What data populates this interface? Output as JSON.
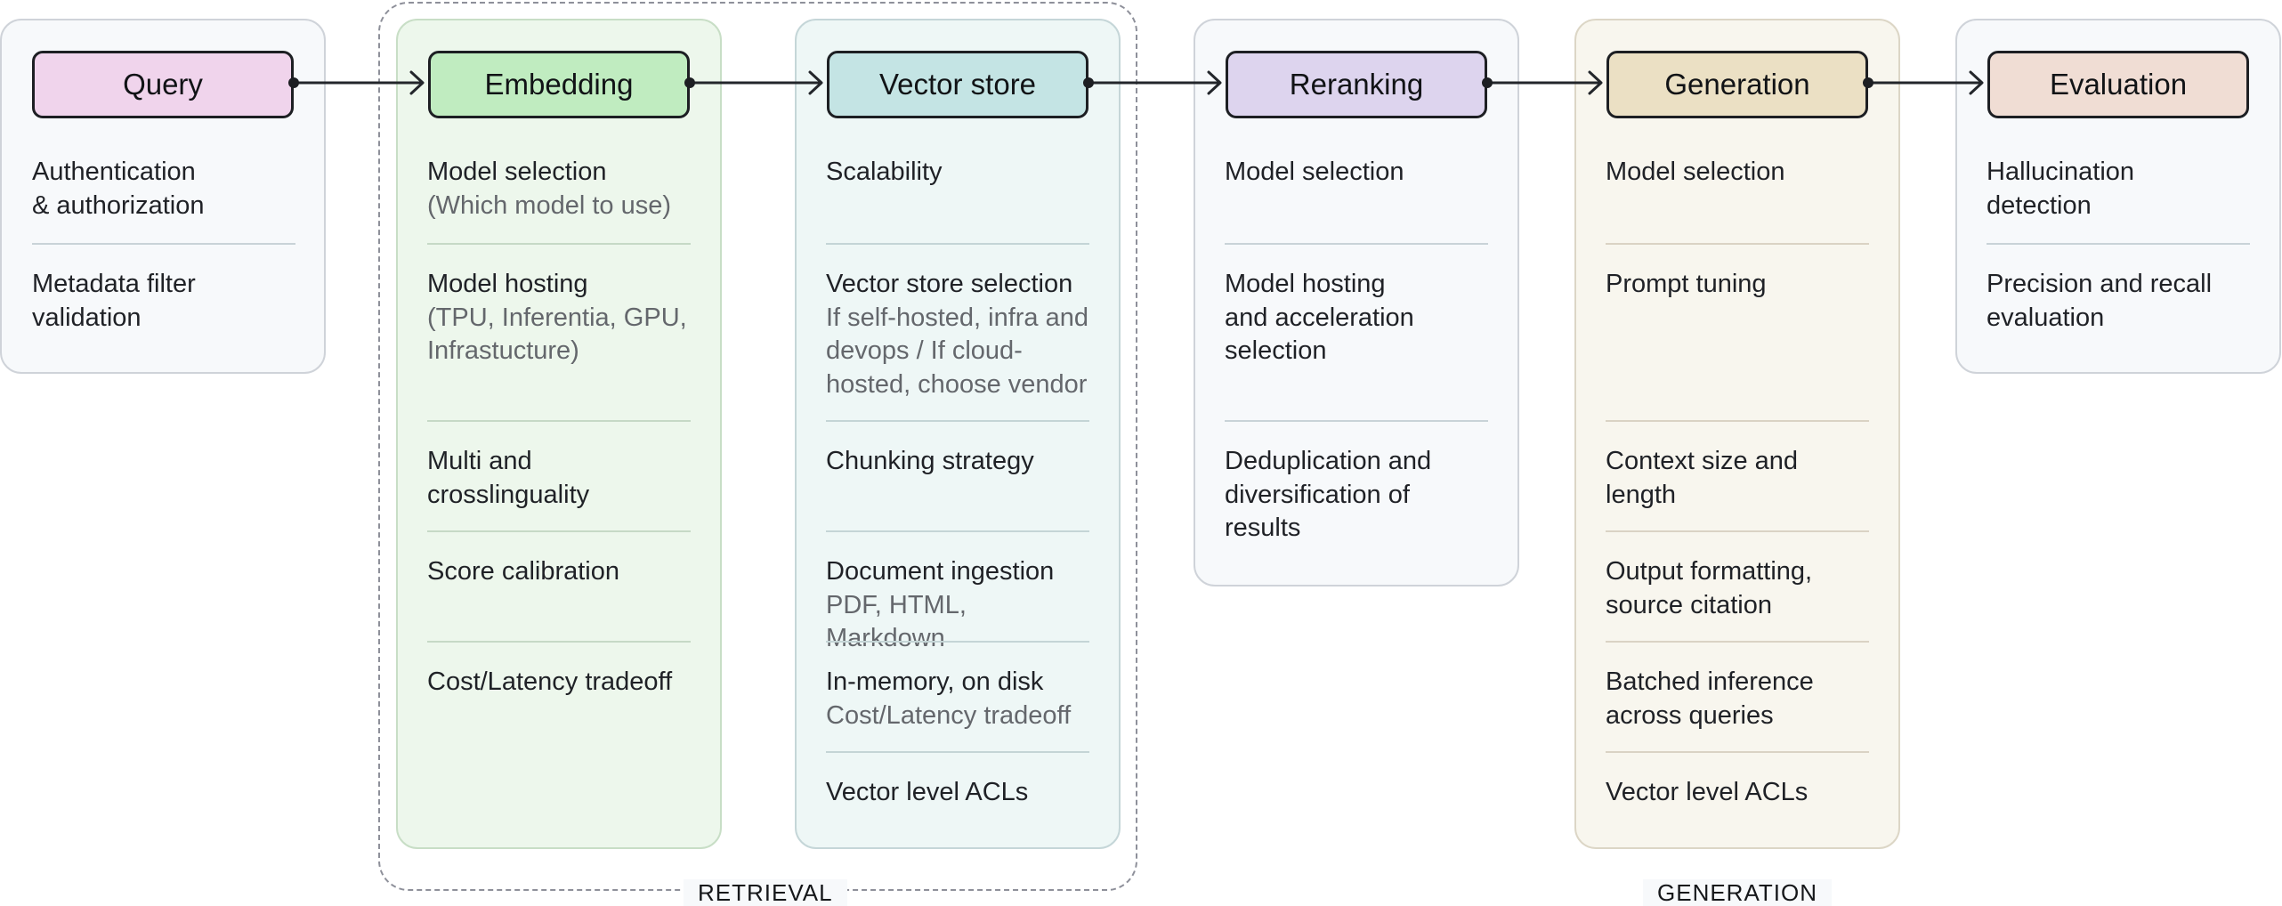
{
  "groups": {
    "retrieval": "RETRIEVAL",
    "generation": "GENERATION"
  },
  "colors": {
    "query": "#f0d4ec",
    "embedding": "#c0ecc0",
    "vector_store": "#c4e4e4",
    "reranking": "#ddd4ee",
    "generation": "#ebe0c4",
    "evaluation": "#f0ddd4"
  },
  "columns": {
    "query": {
      "label": "Query",
      "items": [
        {
          "title": "Authentication\n& authorization",
          "sub": ""
        },
        {
          "title": "Metadata filter\nvalidation",
          "sub": ""
        }
      ]
    },
    "embedding": {
      "label": "Embedding",
      "items": [
        {
          "title": "Model selection",
          "sub": "(Which model to use)"
        },
        {
          "title": "Model hosting",
          "sub": "(TPU, Inferentia, GPU,\nInfrastucture)"
        },
        {
          "title": "Multi and\ncrosslinguality",
          "sub": ""
        },
        {
          "title": "Score calibration",
          "sub": ""
        },
        {
          "title": "Cost/Latency tradeoff",
          "sub": ""
        }
      ]
    },
    "vector_store": {
      "label": "Vector store",
      "items": [
        {
          "title": "Scalability",
          "sub": ""
        },
        {
          "title": "Vector store selection",
          "sub": "If self-hosted, infra and\ndevops / If cloud-\nhosted, choose vendor"
        },
        {
          "title": "Chunking strategy",
          "sub": ""
        },
        {
          "title": "Document ingestion",
          "sub": "PDF, HTML, Markdown"
        },
        {
          "title": "In-memory, on disk",
          "sub": "Cost/Latency tradeoff"
        },
        {
          "title": "Vector level ACLs",
          "sub": ""
        }
      ]
    },
    "reranking": {
      "label": "Reranking",
      "items": [
        {
          "title": "Model selection",
          "sub": ""
        },
        {
          "title": "Model hosting\nand acceleration\nselection",
          "sub": ""
        },
        {
          "title": "Deduplication and\ndiversification of\nresults",
          "sub": ""
        }
      ]
    },
    "generation": {
      "label": "Generation",
      "items": [
        {
          "title": "Model selection",
          "sub": ""
        },
        {
          "title": "Prompt tuning",
          "sub": ""
        },
        {
          "title": "Context size and\nlength",
          "sub": ""
        },
        {
          "title": "Output formatting,\nsource citation",
          "sub": ""
        },
        {
          "title": "Batched inference\nacross queries",
          "sub": ""
        },
        {
          "title": "Vector level ACLs",
          "sub": ""
        }
      ]
    },
    "evaluation": {
      "label": "Evaluation",
      "items": [
        {
          "title": "Hallucination\ndetection",
          "sub": ""
        },
        {
          "title": "Precision and recall\nevaluation",
          "sub": ""
        }
      ]
    }
  }
}
